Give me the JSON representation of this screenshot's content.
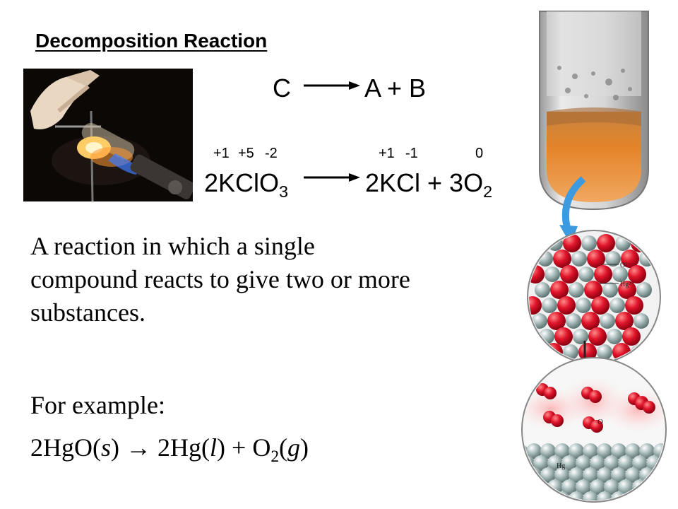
{
  "slide": {
    "title": "Decomposition Reaction",
    "general_equation": {
      "reactant": "C",
      "products": "A + B"
    },
    "kclo3_equation": {
      "reactant": {
        "coefficient": "2",
        "formula": "KClO",
        "subscript": "3"
      },
      "products_part1": "2KCl + 3O",
      "products_subscript": "2",
      "oxidation_states": {
        "reactant": [
          "+1",
          "+5",
          "-2"
        ],
        "products": [
          "+1",
          "-1",
          "0"
        ]
      }
    },
    "definition": "A reaction in which a single compound reacts to give two or more substances.",
    "example_label": "For example:",
    "example_equation": {
      "reactant": "2HgO(",
      "reactant_state": "s",
      "reactant_close": ")",
      "arrow": "→",
      "product1": "2Hg(",
      "product1_state": "l",
      "product1_close": ")",
      "plus": "+",
      "product2": "O",
      "product2_subscript": "2",
      "product2_open": "(",
      "product2_state": "g",
      "product2_close": ")"
    },
    "figure_labels": {
      "oxide_ion": "O²⁻",
      "mercury_ion": "Hg²⁺",
      "oxygen": "O",
      "mercury": "Hg"
    }
  }
}
